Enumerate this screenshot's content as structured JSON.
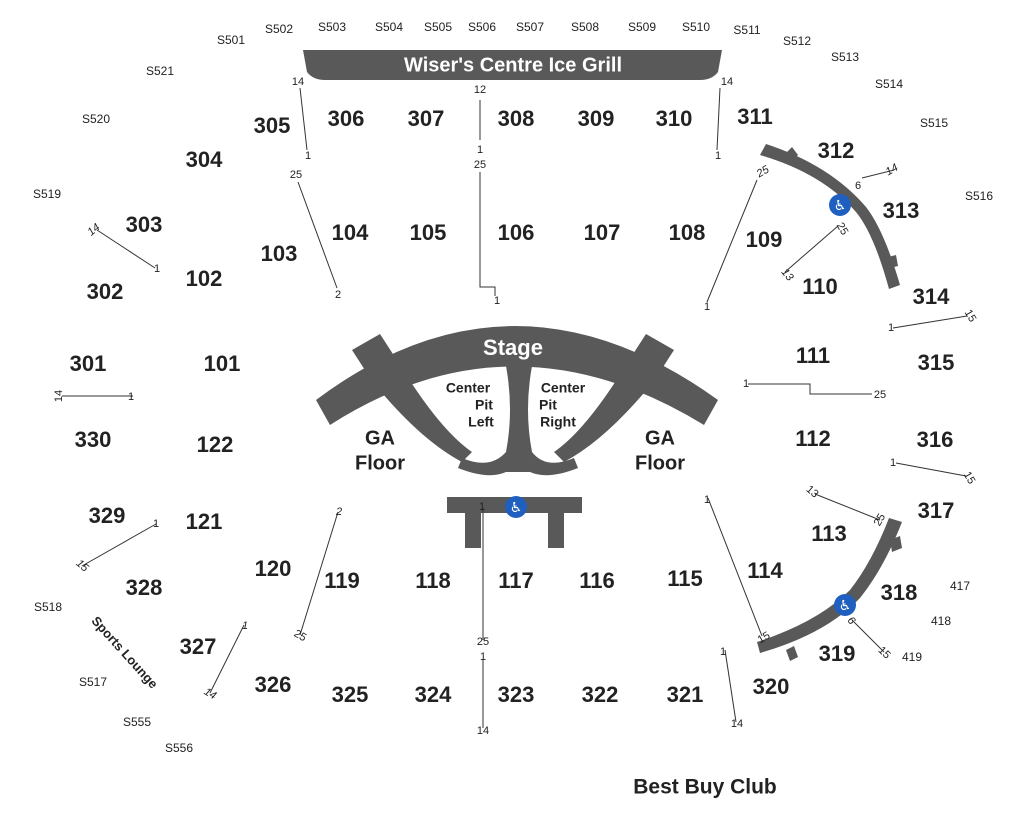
{
  "venue": {
    "grill_label": "Wiser's Centre Ice Grill",
    "stage_label": "Stage",
    "pit_left": [
      "Center",
      "Pit",
      "Left"
    ],
    "pit_right": [
      "Center",
      "Pit",
      "Right"
    ],
    "ga_left": [
      "GA",
      "Floor"
    ],
    "ga_right": [
      "GA",
      "Floor"
    ],
    "club_label": "Best Buy Club",
    "lounge_label": "Sports Lounge",
    "accessible_icon": "wheelchair-icon",
    "colors": {
      "structure": "#595959",
      "accessible": "#1f5fbf",
      "text": "#222222"
    }
  },
  "sections_100": [
    "101",
    "102",
    "103",
    "104",
    "105",
    "106",
    "107",
    "108",
    "109",
    "110",
    "111",
    "112",
    "113",
    "114",
    "115",
    "116",
    "117",
    "118",
    "119",
    "120",
    "121",
    "122"
  ],
  "sections_300": [
    "301",
    "302",
    "303",
    "304",
    "305",
    "306",
    "307",
    "308",
    "309",
    "310",
    "311",
    "312",
    "313",
    "314",
    "315",
    "316",
    "317",
    "318",
    "319",
    "320",
    "321",
    "322",
    "323",
    "324",
    "325",
    "326",
    "327",
    "328",
    "329",
    "330"
  ],
  "suites": [
    "S501",
    "S502",
    "S503",
    "S504",
    "S505",
    "S506",
    "S507",
    "S508",
    "S509",
    "S510",
    "S511",
    "S512",
    "S513",
    "S514",
    "S515",
    "S516",
    "S517",
    "S518",
    "S519",
    "S520",
    "S521",
    "S555",
    "S556"
  ],
  "sections_400": [
    "417",
    "418",
    "419"
  ],
  "row_numbers": [
    "14",
    "12",
    "14",
    "1",
    "1",
    "25",
    "25",
    "1",
    "25",
    "2",
    "14",
    "1",
    "1",
    "14",
    "6",
    "25",
    "13",
    "1",
    "15",
    "1",
    "25",
    "1",
    "15",
    "2",
    "13",
    "25",
    "1",
    "1",
    "1",
    "15",
    "25",
    "1",
    "6",
    "15",
    "1",
    "14",
    "1",
    "25",
    "1",
    "14",
    "14",
    "1",
    "15"
  ]
}
